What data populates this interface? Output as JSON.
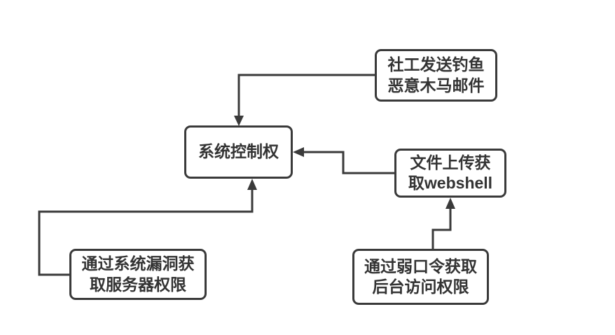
{
  "nodes": {
    "phishing": {
      "label": "社工发送钓鱼\n恶意木马邮件"
    },
    "control": {
      "label": "系统控制权"
    },
    "webshell": {
      "label": "文件上传获\n取webshell"
    },
    "vuln": {
      "label": "通过系统漏洞获\n取服务器权限"
    },
    "weakpwd": {
      "label": "通过弱口令获取\n后台访问权限"
    }
  },
  "edges": [
    {
      "from": "社工发送钓鱼恶意木马邮件",
      "to": "系统控制权"
    },
    {
      "from": "文件上传获取webshell",
      "to": "系统控制权"
    },
    {
      "from": "通过系统漏洞获取服务器权限",
      "to": "系统控制权"
    },
    {
      "from": "通过弱口令获取后台访问权限",
      "to": "文件上传获取webshell"
    }
  ],
  "colors": {
    "line": "#3a3a3a",
    "node_border": "#3a3a3a",
    "node_text": "#333333",
    "background": "#ffffff"
  }
}
